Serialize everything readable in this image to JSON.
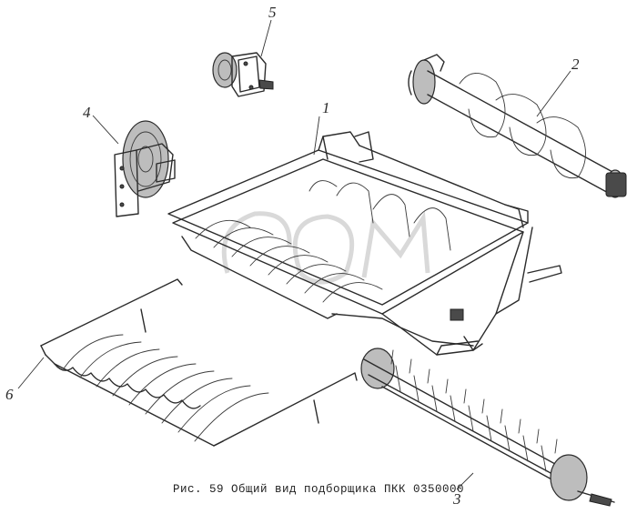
{
  "caption": "Рис. 59 Общий вид подборщика ПКК 0350000",
  "callouts": {
    "c1": "1",
    "c2": "2",
    "c3": "3",
    "c4": "4",
    "c5": "5",
    "c6": "6"
  }
}
